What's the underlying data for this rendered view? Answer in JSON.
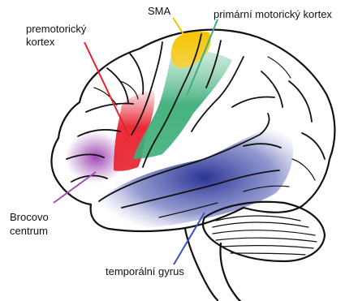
{
  "labels": {
    "sma": "SMA",
    "primary_motor": "primární motorický kortex",
    "premotor_line1": "premotorický",
    "premotor_line2": "kortex",
    "broca_line1": "Brocovo",
    "broca_line2": "centrum",
    "temporal": "temporální gyrus"
  },
  "colors": {
    "sma": "#f5c400",
    "primary_motor": "#3fae7a",
    "premotor": "#e8202e",
    "broca": "#a24db5",
    "temporal": "#2e3aa0"
  }
}
